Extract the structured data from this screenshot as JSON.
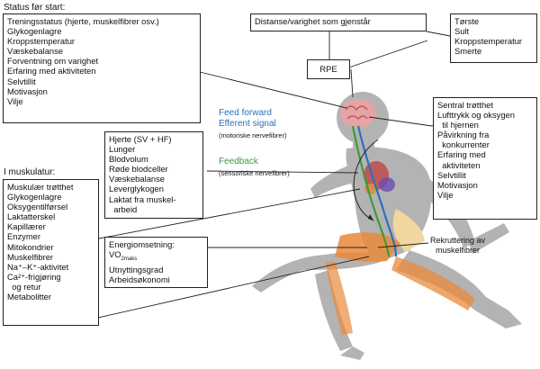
{
  "status_title": "Status før start:",
  "status_items": [
    "Treningsstatus (hjerte, muskelfibrer osv.)",
    "Glykogenlagre",
    "Kroppstemperatur",
    "Væskebalanse",
    "Forventning om varighet",
    "Erfaring med aktiviteten",
    "Selvtillit",
    "Motivasjon",
    "Vilje"
  ],
  "distance_label": "Distanse/varighet som gjenstår",
  "rpe_label": "RPE",
  "needs_items": [
    "Tørste",
    "Sult",
    "Kroppstemperatur",
    "Smerte"
  ],
  "central_items": [
    "Sentral trøtthet",
    "Lufttrykk og oksygen",
    "  til hjernen",
    "Påvirkning fra",
    "  konkurrenter",
    "Erfaring med",
    "  aktiviteten",
    "Selvtillit",
    "Motivasjon",
    "Vilje"
  ],
  "feed_forward": "Feed forward",
  "efferent": "Efferent signal",
  "efferent_sub": "(motoriske nervefibrer)",
  "feedback": "Feedback",
  "feedback_sub": "(sensoriske nervefibrer)",
  "heart_items": [
    "Hjerte (SV + HF)",
    "Lunger",
    "Blodvolum",
    "Røde blodceller",
    "Væskebalanse",
    "Leverglykogen",
    "Laktat fra muskel-",
    "  arbeid"
  ],
  "energy_title": "Energiomsetning:",
  "energy_vo": "VO",
  "energy_vo_sub": "2maks",
  "energy_items": [
    "Utnyttingsgrad",
    "Arbeidsøkonomi"
  ],
  "muscle_title": "I muskulatur:",
  "muscle_items": [
    "Muskulær trøtthet",
    "Glykogenlagre",
    "Oksygentilførsel",
    "Laktatterskel",
    "Kapillærer",
    "Enzymer",
    "Mitokondrier",
    "Muskelfibrer",
    "Na⁺–K⁺-aktivitet",
    "Ca²⁺-frigjøring",
    "  og retur",
    "Metabolitter"
  ],
  "recruit_label": [
    "Rekruttering av",
    "muskelfibrer"
  ],
  "colors": {
    "runner": "#b3b3b3",
    "brain": "#e7a3a6",
    "efferent_blue": "#2f6fb8",
    "feedback_green": "#3f9a3a",
    "muscle": "#e98a3a",
    "bone": "#f0d7a0"
  }
}
